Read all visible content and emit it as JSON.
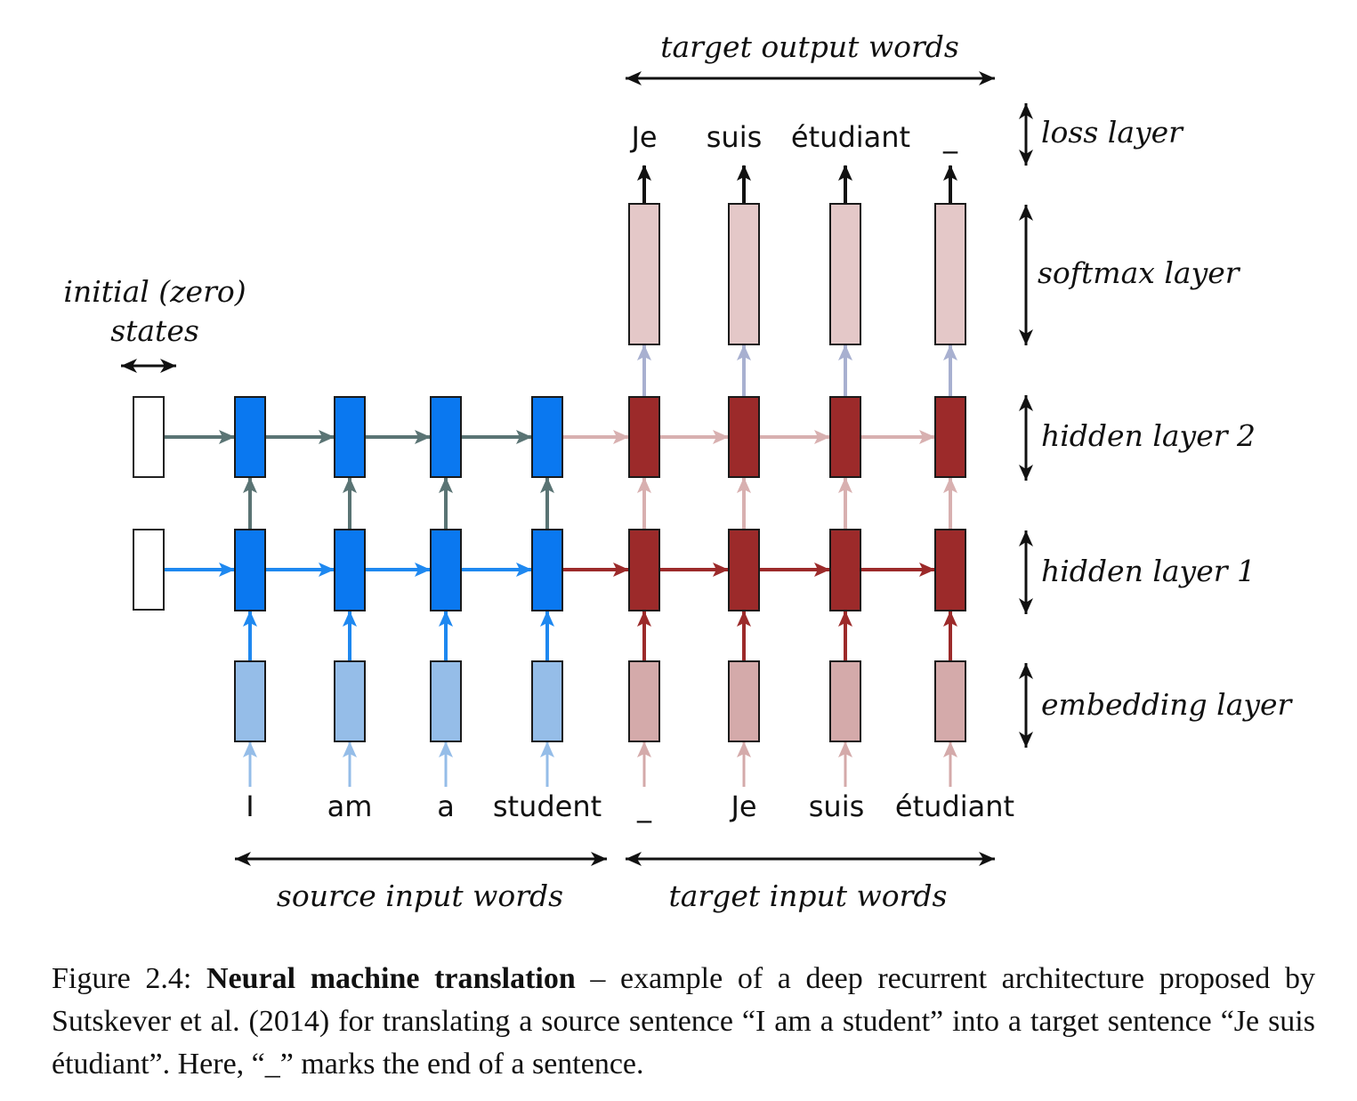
{
  "labels": {
    "target_output_words": "target output words",
    "loss_layer": "loss layer",
    "softmax_layer": "softmax layer",
    "hidden_layer_2": "hidden layer 2",
    "hidden_layer_1": "hidden layer 1",
    "embedding_layer": "embedding layer",
    "initial_states_line1": "initial (zero)",
    "initial_states_line2": "states",
    "source_input_words": "source input words",
    "target_input_words": "target input words"
  },
  "source_words": [
    "I",
    "am",
    "a",
    "student"
  ],
  "target_input": [
    "_",
    "Je",
    "suis",
    "étudiant"
  ],
  "target_output": [
    "Je",
    "suis",
    "étudiant",
    "_"
  ],
  "colors": {
    "source_hidden": "#0a78f0",
    "source_embedding": "#95bde8",
    "source_arrow_h1": "#1e88f0",
    "source_arrow_h2": "#5a7474",
    "target_hidden": "#9c2a2a",
    "target_embedding": "#d4aaaa",
    "softmax": "#e4c8c8",
    "target_arrow_h1": "#9c2a2a",
    "target_arrow_h2": "#d8b0b0",
    "softmax_arrow": "#a8b0d0",
    "black": "#111111"
  },
  "caption": {
    "prefix": "Figure 2.4: ",
    "bold": "Neural machine translation",
    "rest": " – example of a deep recurrent architecture proposed by Sutskever et al. (2014) for translating a source sentence “I am a student” into a target sentence “Je suis étudiant”. Here, “_” marks the end of a sentence."
  }
}
